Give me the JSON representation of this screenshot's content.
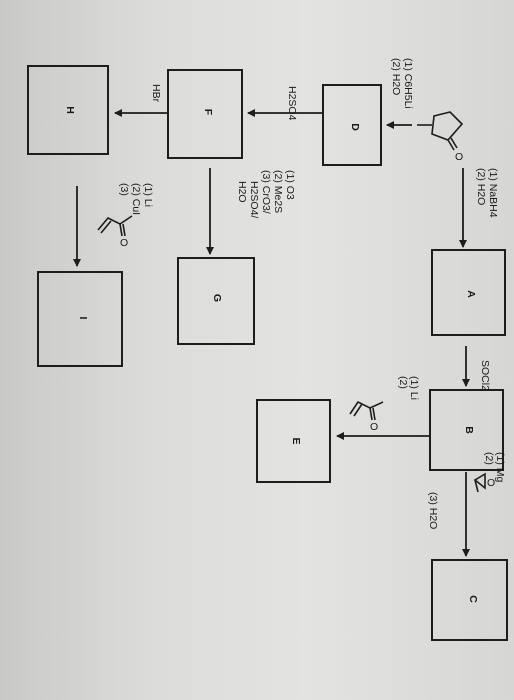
{
  "scheme": {
    "boxes": {
      "A": "A",
      "B": "B",
      "C": "C",
      "D": "D",
      "E": "E",
      "F": "F",
      "G": "G",
      "H": "H",
      "I": "I"
    },
    "reagents": {
      "to_A": [
        "(1) NaBH4",
        "(2) H2O"
      ],
      "to_B": "SOCl2",
      "to_C_step1": "(1) Mg",
      "to_C_step2": "(2)",
      "to_C_step3": "(3) H2O",
      "to_D": [
        "(1) C6H5Li",
        "(2) H2O"
      ],
      "to_E_step1": "(1) Li",
      "to_E_step2": "(2)",
      "to_F": "H2SO4",
      "to_G": [
        "(1) O3",
        "(2) Me2S",
        "(3) CrO3/",
        "H2SO4/",
        "H2O"
      ],
      "to_H": "HBr",
      "to_I": [
        "(1) Li",
        "(2) CuI",
        "(3)"
      ]
    },
    "structures": {
      "start": "cyclopentanone-icon",
      "epoxide": "epoxide-icon",
      "enone": "methyl-vinyl-ketone-icon"
    }
  }
}
